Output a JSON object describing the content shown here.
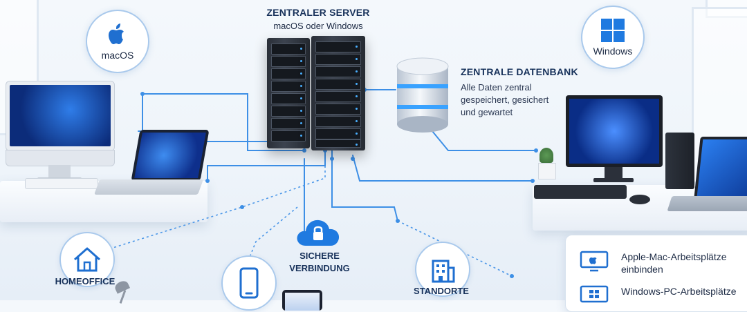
{
  "server": {
    "title": "ZENTRALER SERVER",
    "subtitle": "macOS oder Windows"
  },
  "database": {
    "title": "ZENTRALE DATENBANK",
    "line1": "Alle Daten zentral",
    "line2": "gespeichert, gesichert",
    "line3": "und gewartet"
  },
  "os": {
    "mac": "macOS",
    "windows": "Windows"
  },
  "features": {
    "homeoffice": "HOMEOFFICE",
    "secure_line1": "SICHERE",
    "secure_line2": "VERBINDUNG",
    "locations": "STANDORTE"
  },
  "panel": {
    "item1_line1": "Apple-Mac-Arbeitsplätze",
    "item1_line2": "einbinden",
    "item2_line1": "Windows-PC-Arbeitsplätze"
  },
  "colors": {
    "accent": "#1f7ae0",
    "line": "#3d8fe6",
    "dark": "#17315a"
  }
}
